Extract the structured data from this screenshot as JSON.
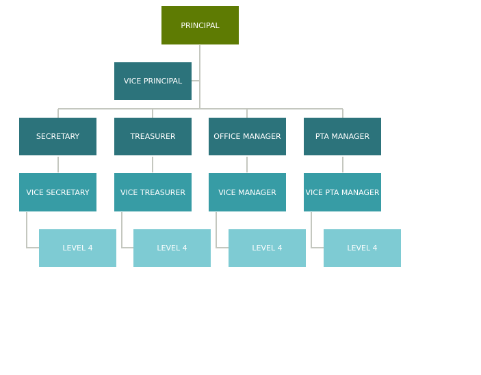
{
  "colors": {
    "principal": "#5e7b03",
    "level_2": "#2c737b",
    "level_3": "#379ca5",
    "level_4": "#7ecbd3",
    "connector": "#c4c7bf"
  },
  "principal": "PRINCIPAL",
  "vice_principal": "VICE PRINCIPAL",
  "branches": [
    {
      "head": "SECRETARY",
      "vice": "VICE SECRETARY",
      "level4": "LEVEL 4"
    },
    {
      "head": "TREASURER",
      "vice": "VICE TREASURER",
      "level4": "LEVEL 4"
    },
    {
      "head": "OFFICE MANAGER",
      "vice": "VICE MANAGER",
      "level4": "LEVEL 4"
    },
    {
      "head": "PTA MANAGER",
      "vice": "VICE PTA MANAGER",
      "level4": "LEVEL 4"
    }
  ]
}
